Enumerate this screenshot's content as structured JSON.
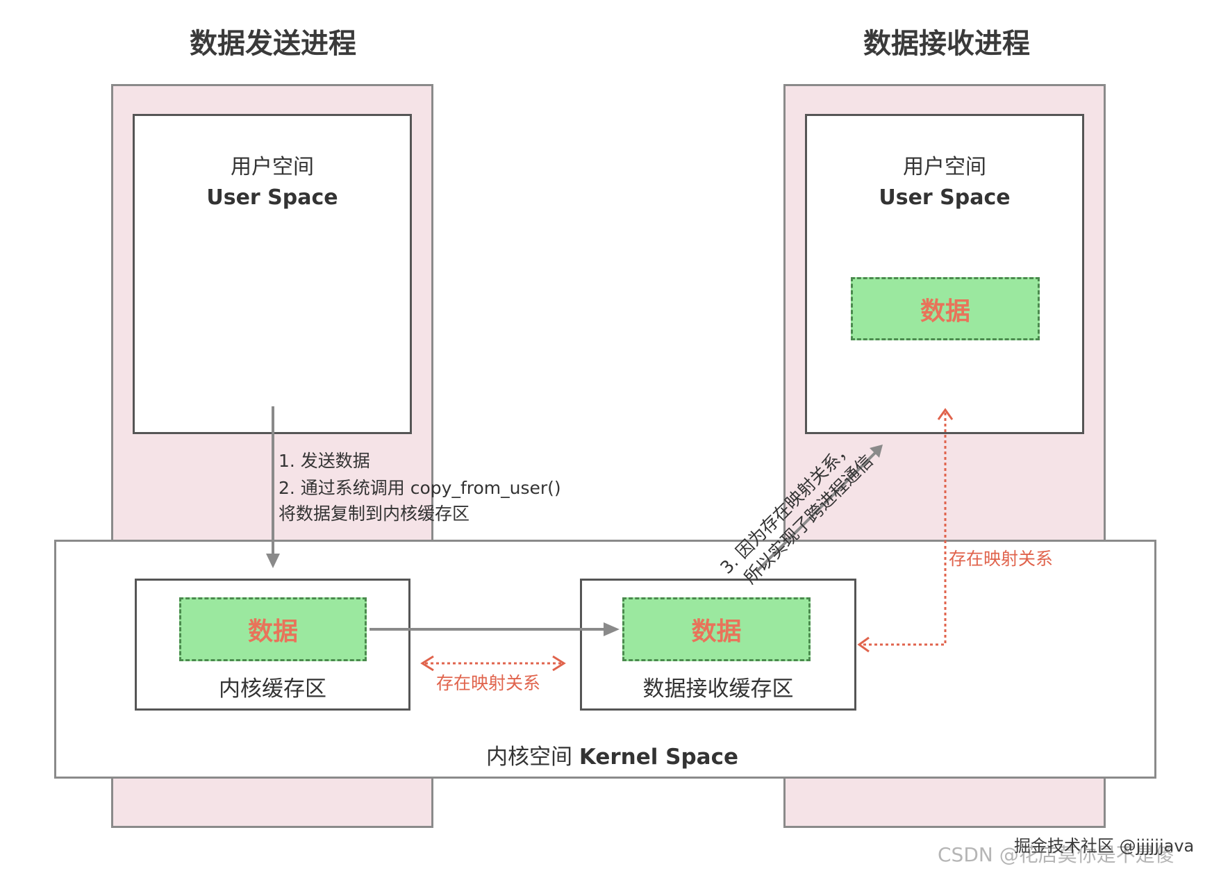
{
  "sender": {
    "title": "数据发送进程",
    "user_space_cn": "用户空间",
    "user_space_en": "User Space"
  },
  "receiver": {
    "title": "数据接收进程",
    "user_space_cn": "用户空间",
    "user_space_en": "User Space",
    "data_label": "数据"
  },
  "kernel": {
    "label_cn": "内核空间",
    "label_en": "Kernel Space",
    "kernel_buffer": {
      "data_label": "数据",
      "label": "内核缓存区"
    },
    "receive_buffer": {
      "data_label": "数据",
      "label": "数据接收缓存区"
    }
  },
  "steps": {
    "step1": "1.   发送数据",
    "step2": "2.   通过系统调用 copy_from_user()",
    "step2_cont": "将数据复制到内核缓存区",
    "step3_line1": "3. 因为存在映射关系，",
    "step3_line2": "所以实现了跨进程通信"
  },
  "mapping": {
    "between_buffers": "存在映射关系",
    "to_user_space": "存在映射关系"
  },
  "watermark": {
    "juejin": "掘金技术社区 @jjjjjjava",
    "csdn": "CSDN @花店莫你是不是傻"
  },
  "colors": {
    "process_bg": "#f5e3e7",
    "data_chip": "#9be89f",
    "data_text": "#e8735a",
    "mapping_arrow": "#e0634c",
    "flow_arrow": "#8a8a8a"
  }
}
